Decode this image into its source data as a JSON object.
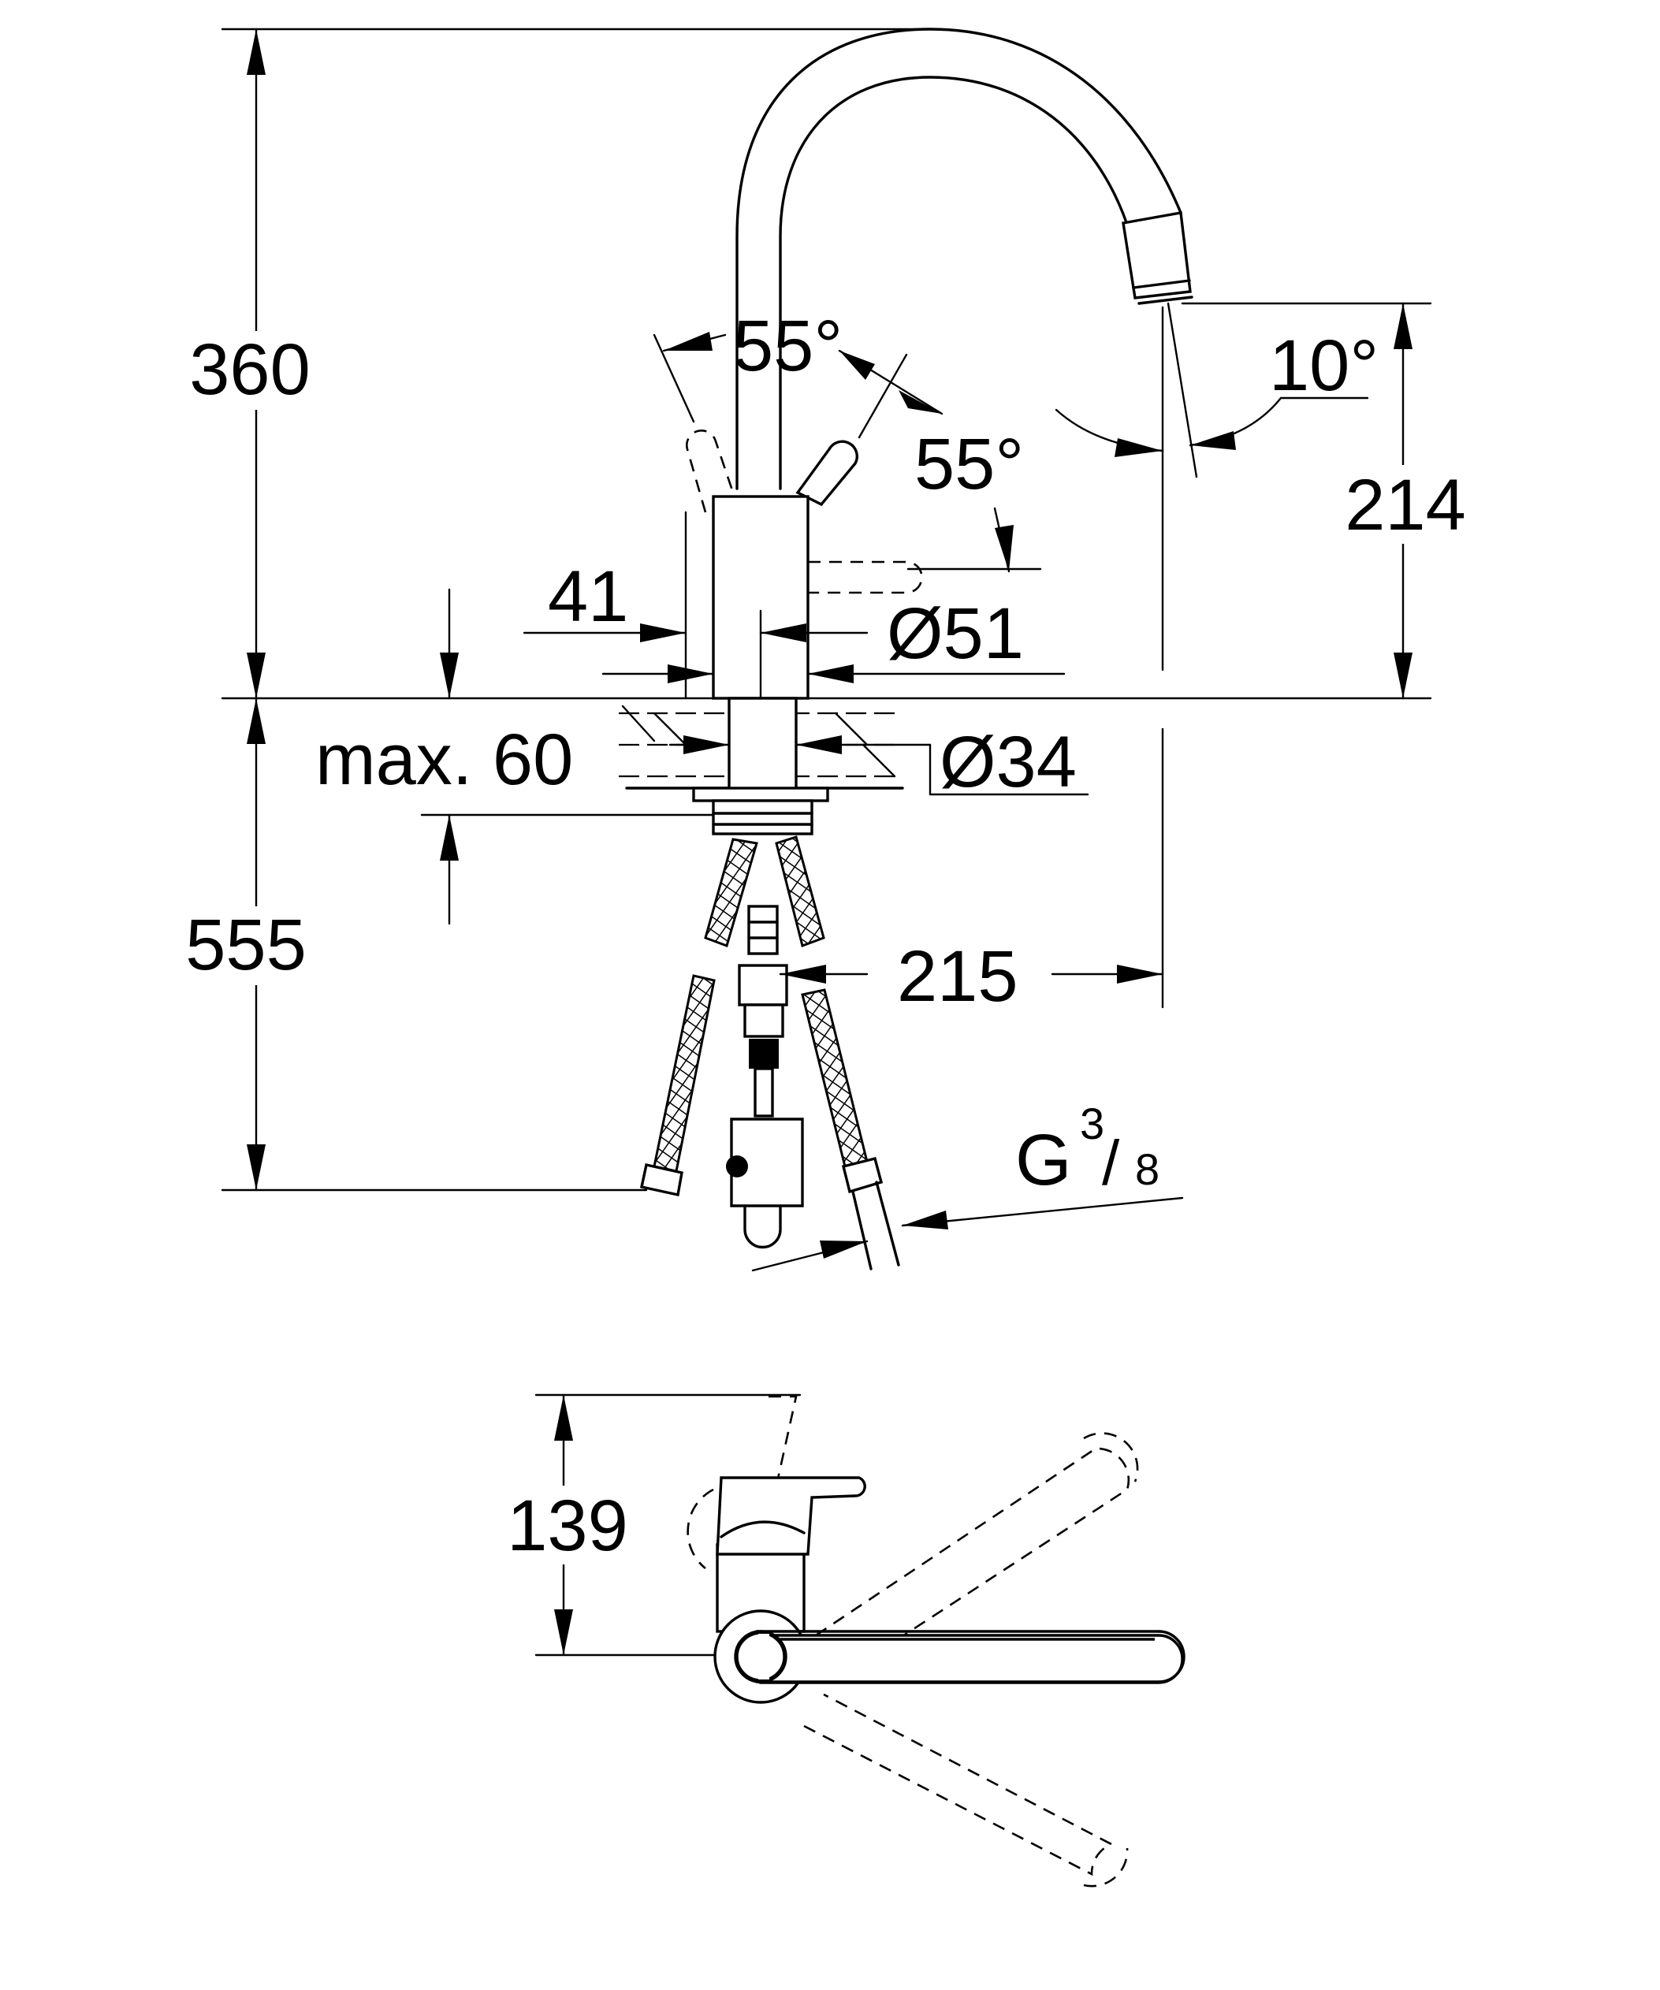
{
  "labels": {
    "total_height": "360",
    "lever_angle_left": "55°",
    "lever_angle_right": "55°",
    "spout_angle": "10°",
    "outlet_height": "214",
    "body_width": "41",
    "body_diameter": "Ø51",
    "deck_thickness": "max. 60",
    "hole_diameter": "Ø34",
    "hose_length": "555",
    "projection": "215",
    "thread_g": "G",
    "thread_num": "3",
    "thread_sep": "/",
    "thread_den": "8",
    "lever_height": "139"
  }
}
